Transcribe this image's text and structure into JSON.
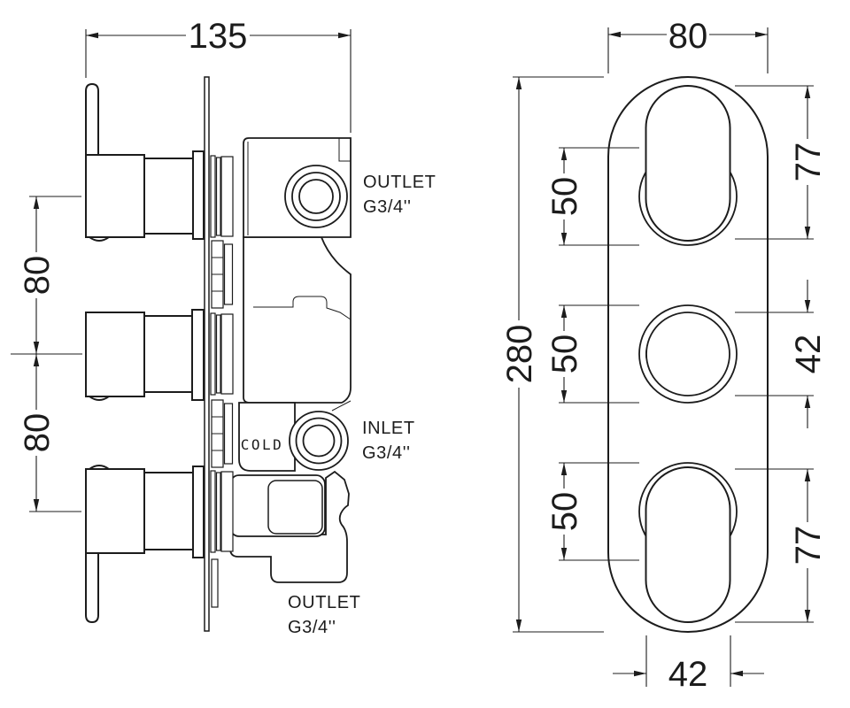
{
  "page": {
    "background": "#ffffff",
    "line_color": "#1c1c1c"
  },
  "side_view": {
    "dim_width": "135",
    "dim_handle_spacing_top": "80",
    "dim_handle_spacing_bottom": "80",
    "outlet_top": {
      "line1": "OUTLET",
      "line2": "G3/4''"
    },
    "inlet": {
      "line1": "INLET",
      "line2": "G3/4''"
    },
    "outlet_bottom": {
      "line1": "OUTLET",
      "line2": "G3/4''"
    },
    "body_marking": "COLD"
  },
  "front_view": {
    "dim_plate_width": "80",
    "dim_plate_height": "280",
    "dim_rosette_top": "50",
    "dim_rosette_middle": "50",
    "dim_rosette_bottom": "50",
    "dim_handle_top_height": "77",
    "dim_knob_diameter": "42",
    "dim_handle_bottom_height": "77",
    "dim_handle_width": "42"
  }
}
